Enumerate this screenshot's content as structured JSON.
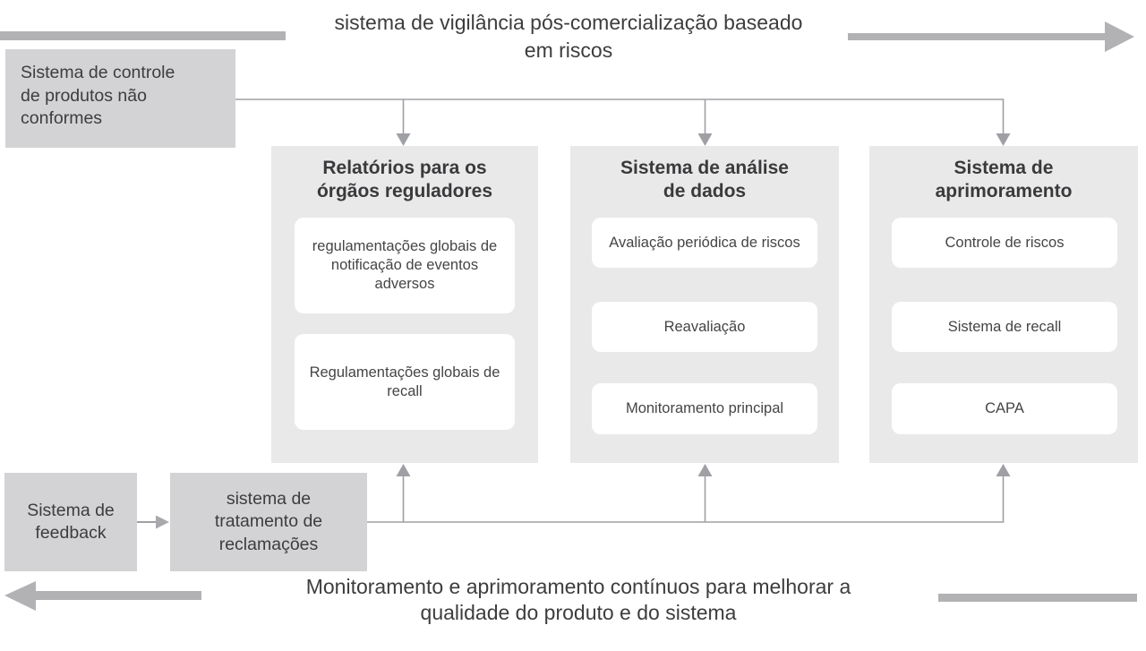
{
  "top": {
    "title_line1": "sistema de vigilância pós-comercialização baseado",
    "title_line2": "em riscos"
  },
  "boxes": {
    "control": {
      "lines": [
        "Sistema de controle",
        "de produtos não",
        "conformes"
      ]
    },
    "feedback": {
      "lines": [
        "Sistema de",
        "feedback"
      ]
    },
    "complaints": {
      "lines": [
        "sistema de",
        "tratamento de",
        "reclamações"
      ]
    }
  },
  "panels": [
    {
      "title_line1": "Relatórios para os",
      "title_line2": "órgãos reguladores",
      "items": [
        "regulamentações globais de notificação de eventos adversos",
        "Regulamentações globais de recall"
      ]
    },
    {
      "title_line1": "Sistema de análise",
      "title_line2": "de dados",
      "items": [
        "Avaliação periódica de riscos",
        "Reavaliação",
        "Monitoramento principal"
      ]
    },
    {
      "title_line1": "Sistema de",
      "title_line2": "aprimoramento",
      "items": [
        "Controle de riscos",
        "Sistema de recall",
        "CAPA"
      ]
    }
  ],
  "bottom": {
    "caption_line1": "Monitoramento e aprimoramento contínuos para melhorar a",
    "caption_line2": "qualidade do produto e do sistema"
  },
  "colors": {
    "thick_bar": "#b2b2b5",
    "thin_line": "#9fa0a4",
    "panel_bg": "#e9e9ea",
    "gray_box_bg": "#d3d3d5",
    "white_box_bg": "#ffffff",
    "text": "#3d3d3f"
  }
}
